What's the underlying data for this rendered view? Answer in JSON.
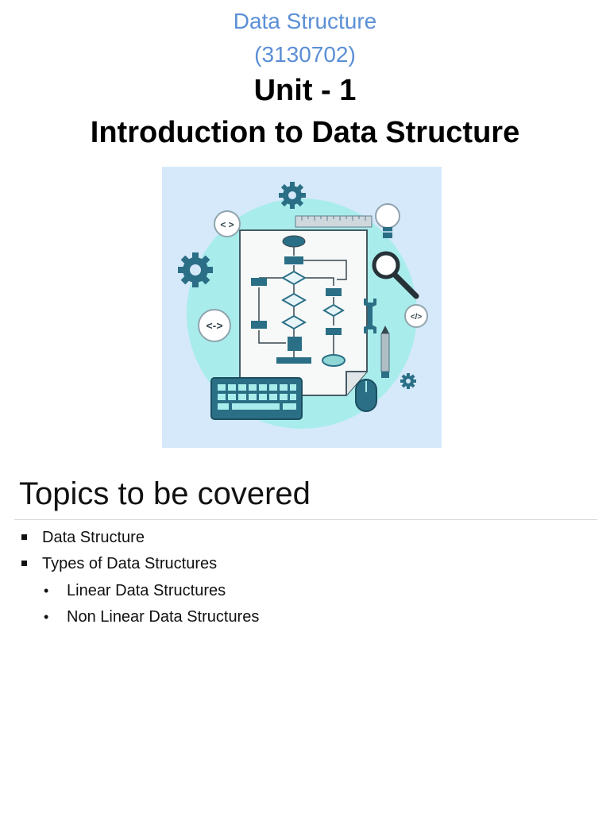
{
  "header": {
    "course_name": "Data Structure",
    "course_code": "(3130702)",
    "unit_label": "Unit - 1",
    "unit_title": "Introduction to Data Structure"
  },
  "illustration": {
    "icons": [
      "gear-icon",
      "code-brackets-icon",
      "lightbulb-icon",
      "magnifier-icon",
      "wrench-icon",
      "pencil-icon",
      "keyboard-icon",
      "mouse-icon",
      "flowchart-icon",
      "ruler-icon"
    ],
    "code_tags": [
      "< >",
      "<->",
      "</>"
    ],
    "colors": {
      "background": "#d5e9fb",
      "circle": "#a9ecec",
      "accent": "#2b6f86"
    }
  },
  "topics": {
    "heading": "Topics to be covered",
    "items": [
      {
        "label": "Data Structure"
      },
      {
        "label": "Types of Data Structures"
      }
    ],
    "sub_items": [
      {
        "label": "Linear Data Structures"
      },
      {
        "label": "Non Linear Data Structures"
      }
    ]
  }
}
